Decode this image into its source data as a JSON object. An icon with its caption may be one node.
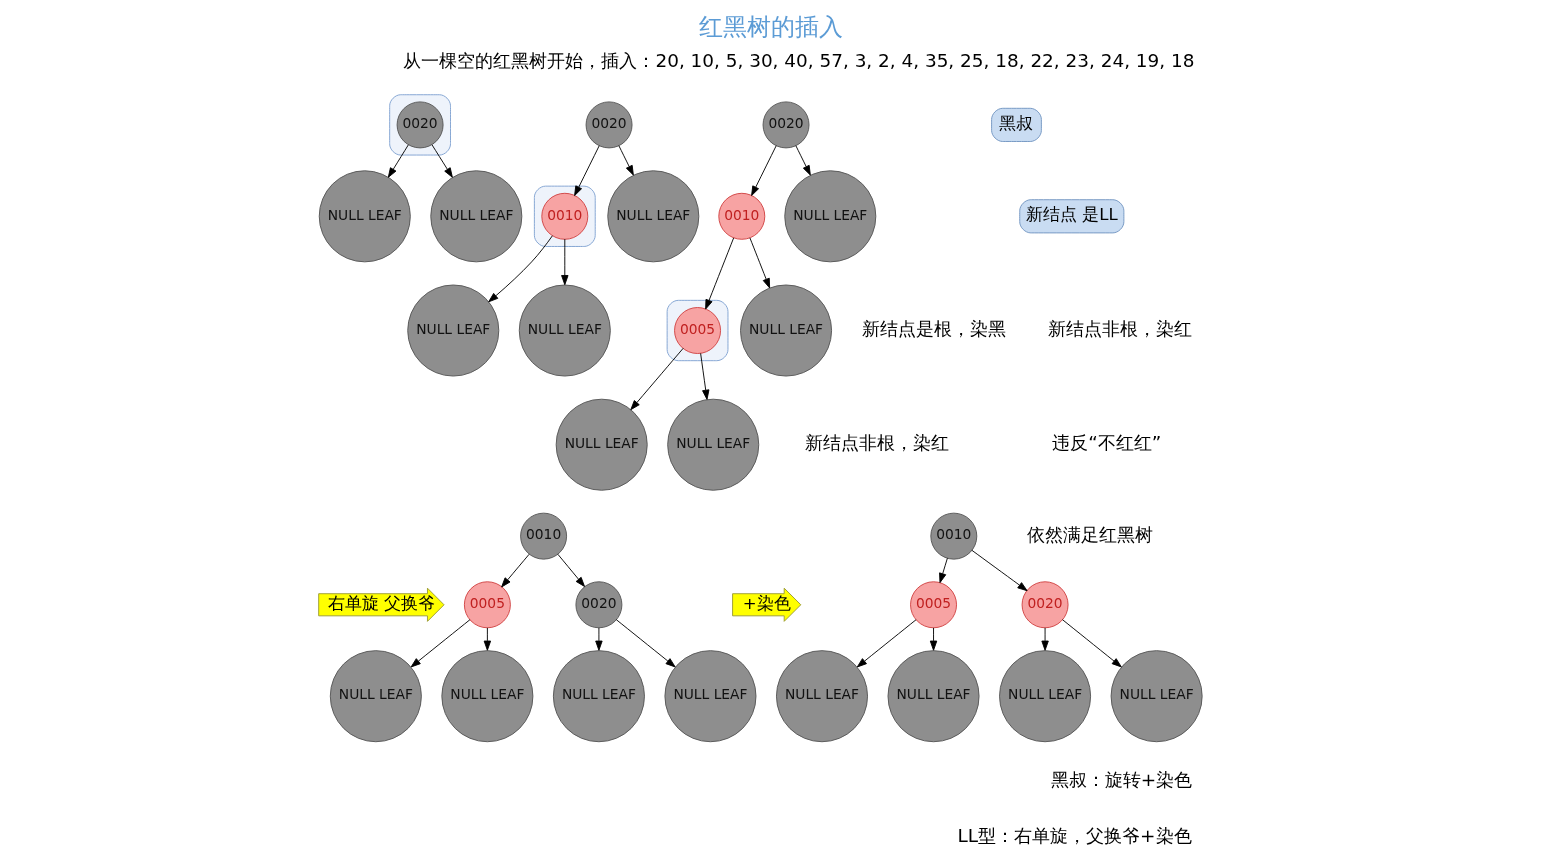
{
  "diagram": {
    "title": "红黑树的插入",
    "nodes": [
      {
        "text": [],
        "shape": "box"
      },
      {
        "text": [
          "0020"
        ],
        "in": 0
      },
      {
        "text": [
          "NULL LEAF"
        ]
      },
      {
        "text": [
          "NULL LEAF"
        ]
      },
      {
        "text": [
          "0020"
        ]
      },
      {
        "text": [],
        "shape": "box"
      },
      {
        "text": [
          "0010"
        ],
        "in": 5
      },
      {
        "text": [
          "NULL LEAF"
        ]
      },
      {
        "text": [
          "NULL LEAF"
        ]
      },
      {
        "text": [
          "NULL LEAF"
        ]
      },
      {
        "text": [
          "0020"
        ]
      },
      {
        "text": [
          "0010"
        ]
      },
      {
        "text": [
          "NULL LEAF"
        ]
      },
      {
        "text": [],
        "shape": "box"
      },
      {
        "text": [
          "0005"
        ],
        "in": 13
      },
      {
        "text": [
          "NULL LEAF"
        ]
      },
      {
        "text": [
          "NULL LEAF"
        ]
      },
      {
        "text": [
          "NULL LEAF"
        ]
      },
      {
        "text": [
          "新结点 是LL"
        ]
      },
      {
        "text": [
          "黑叔"
        ]
      },
      {
        "text": [
          "右单旋 父换爷"
        ]
      },
      {
        "text": [
          "0010"
        ]
      },
      {
        "text": [
          "0005"
        ]
      },
      {
        "text": [
          "0020"
        ]
      },
      {
        "text": [
          "NULL LEAF"
        ]
      },
      {
        "text": [
          "NULL LEAF"
        ]
      },
      {
        "text": [
          "NULL LEAF"
        ]
      },
      {
        "text": [
          "NULL LEAF"
        ]
      },
      {
        "text": [
          "+染色"
        ]
      },
      {
        "text": [
          "0010"
        ]
      },
      {
        "text": [
          "0005"
        ]
      },
      {
        "text": [
          "0020"
        ]
      },
      {
        "text": [
          "NULL LEAF"
        ]
      },
      {
        "text": [
          "NULL LEAF"
        ]
      },
      {
        "text": [
          "NULL LEAF"
        ]
      },
      {
        "text": [
          "NULL LEAF"
        ]
      }
    ],
    "edges": [
      {
        "from": 1,
        "to": 2,
        "arrow": "to"
      },
      {
        "from": 1,
        "to": 3,
        "arrow": "to"
      },
      {
        "from": 4,
        "to": 6,
        "arrow": "to"
      },
      {
        "from": 4,
        "to": 7,
        "arrow": "to"
      },
      {
        "from": 6,
        "to": 8,
        "arrow": "to"
      },
      {
        "from": 6,
        "to": 9,
        "arrow": "to"
      },
      {
        "from": 10,
        "to": 11,
        "arrow": "to"
      },
      {
        "from": 10,
        "to": 12,
        "arrow": "to"
      },
      {
        "from": 11,
        "to": 14,
        "arrow": "to"
      },
      {
        "from": 11,
        "to": 15,
        "arrow": "to"
      },
      {
        "from": 14,
        "to": 16,
        "arrow": "to"
      },
      {
        "from": 14,
        "to": 17,
        "arrow": "to"
      },
      {
        "from": 21,
        "to": 22,
        "arrow": "to"
      },
      {
        "from": 21,
        "to": 23,
        "arrow": "to"
      },
      {
        "from": 22,
        "to": 24,
        "arrow": "to"
      },
      {
        "from": 22,
        "to": 25,
        "arrow": "to"
      },
      {
        "from": 23,
        "to": 26,
        "arrow": "to"
      },
      {
        "from": 23,
        "to": 27,
        "arrow": "to"
      },
      {
        "from": 29,
        "to": 30,
        "arrow": "to"
      },
      {
        "from": 29,
        "to": 31,
        "arrow": "to"
      },
      {
        "from": 30,
        "to": 32,
        "arrow": "to"
      },
      {
        "from": 30,
        "to": 33,
        "arrow": "to"
      },
      {
        "from": 31,
        "to": 34,
        "arrow": "to"
      },
      {
        "from": 31,
        "to": 35,
        "arrow": "to"
      }
    ],
    "labels": [
      "从一棵空的红黑树开始，插入：20, 10, 5, 30, 40, 57, 3, 2, 4, 35, 25, 18, 22, 23, 24, 19, 18",
      "新结点是根，染黑",
      "新结点非根，染红",
      "依然满足红黑树",
      "新结点非根，染红",
      "违反“不红红”",
      "黑叔：旋转+染色",
      "LL型：右单旋，父换爷+染色"
    ]
  }
}
